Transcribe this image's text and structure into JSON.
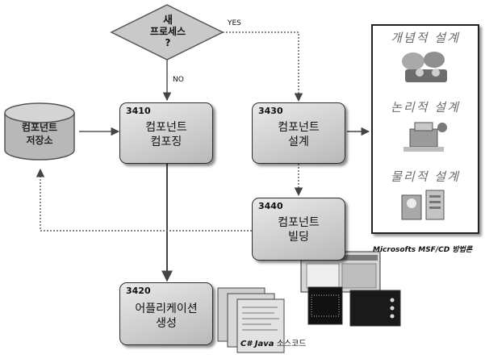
{
  "diagram": {
    "decision": {
      "line1": "새",
      "line2": "프로세스",
      "line3": "?"
    },
    "edge_yes": "YES",
    "edge_no": "NO",
    "repository": {
      "line1": "컴포넌트",
      "line2": "저장소"
    },
    "box_3410": {
      "id": "3410",
      "line1": "컴포넌트",
      "line2": "컴포징"
    },
    "box_3430": {
      "id": "3430",
      "line1": "컴포넌트",
      "line2": "설계"
    },
    "box_3440": {
      "id": "3440",
      "line1": "컴포넌트",
      "line2": "빌딩"
    },
    "box_3420": {
      "id": "3420",
      "line1": "어플리케이션",
      "line2": "생성"
    },
    "design_panel": {
      "items": [
        "개념적 설계",
        "논리적 설계",
        "물리적 설계"
      ]
    },
    "method_caption": "Microsofts MSF/CD 방법론",
    "source_caption": {
      "emph": "C# Java",
      "rest": " 소스코드"
    }
  }
}
